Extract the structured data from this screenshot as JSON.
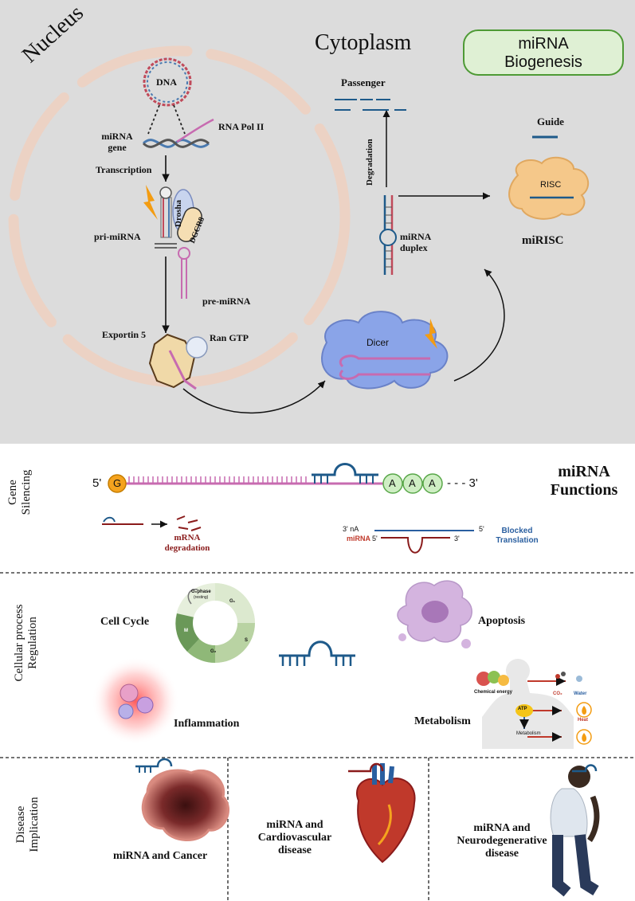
{
  "biogenesis": {
    "title_line1": "miRNA",
    "title_line2": "Biogenesis",
    "nucleus": "Nucleus",
    "cytoplasm": "Cytoplasm",
    "dna": "DNA",
    "mirna_gene_line1": "miRNA",
    "mirna_gene_line2": "gene",
    "rna_pol": "RNA Pol II",
    "transcription": "Transcription",
    "pri_mirna": "pri-miRNA",
    "drosha": "Drosha",
    "dgcr8": "DGCR8",
    "pre_mirna": "pre-miRNA",
    "exportin": "Exportin 5",
    "ran_gtp": "Ran GTP",
    "dicer": "Dicer",
    "passenger": "Passenger",
    "degradation": "Degradation",
    "duplex_line1": "miRNA",
    "duplex_line2": "duplex",
    "guide": "Guide",
    "risc": "RISC",
    "mirisc": "miRISC"
  },
  "functions": {
    "title_line1": "miRNA",
    "title_line2": "Functions",
    "gene_silencing_line1": "Gene",
    "gene_silencing_line2": "Silencing",
    "five_prime": "5'",
    "cap": "G",
    "polya": [
      "A",
      "A",
      "A"
    ],
    "tail": "- - - 3'",
    "mrna_degradation_line1": "mRNA",
    "mrna_degradation_line2": "degradation",
    "nA": "3' nA",
    "five_prime_right": "5'",
    "five_prime_small": "5'",
    "three_prime_small": "3'",
    "mirna_label": "miRNA",
    "blocked_line1": "Blocked",
    "blocked_line2": "Translation"
  },
  "cellular": {
    "section_line1": "Cellular process",
    "section_line2": "Regulation",
    "cell_cycle": "Cell Cycle",
    "g0": "G₀phase",
    "g0_sub": "(resting)",
    "g1": "G₁",
    "s": "S",
    "g2": "G₂",
    "m": "M",
    "apoptosis": "Apoptosis",
    "inflammation": "Inflammation",
    "metabolism": "Metabolism",
    "chem_energy": "Chemical energy",
    "co2": "CO₂",
    "water": "Water",
    "atp": "ATP",
    "heat": "Heat",
    "metab_small": "Metabolism"
  },
  "disease": {
    "section_line1": "Disease",
    "section_line2": "Implication",
    "cancer": "miRNA and Cancer",
    "cardio_line1": "miRNA and",
    "cardio_line2": "Cardiovascular",
    "cardio_line3": "disease",
    "neuro_line1": "miRNA and",
    "neuro_line2": "Neurodegenerative",
    "neuro_line3": "disease"
  },
  "colors": {
    "top_bg": "#dcdcdc",
    "membrane": "#ecd2c4",
    "title_box_bg": "#dff0d4",
    "title_box_border": "#4e9a35",
    "mirna_blue": "#1e5a8a",
    "mrna_pink": "#c76bb0",
    "dark_red": "#8a1b1b",
    "blocked_blue": "#2a5fa0",
    "dicer_blue": "#8aa4e8",
    "risc_orange": "#f5c88a",
    "cap_orange": "#f5a31e",
    "polya_green": "#cfeec4"
  }
}
